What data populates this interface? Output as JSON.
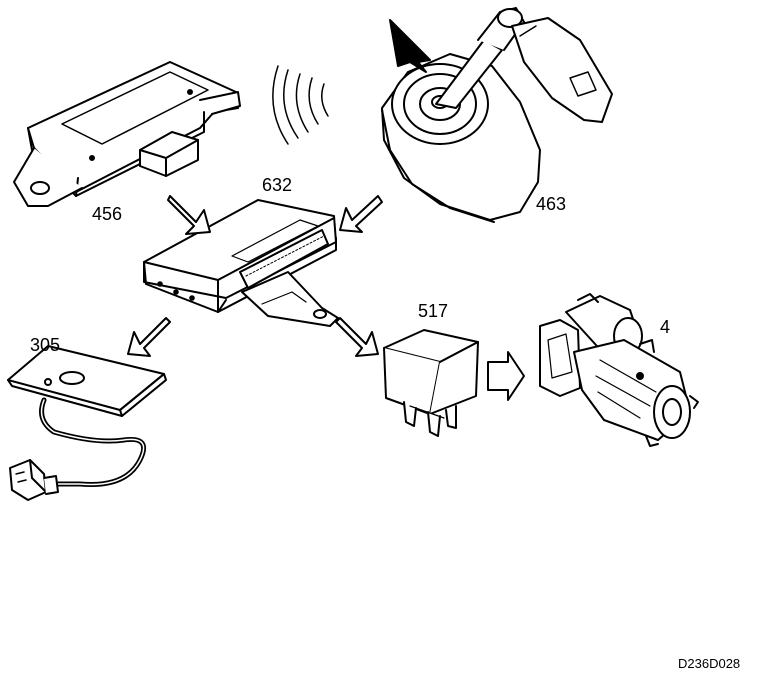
{
  "labels": {
    "ecm": "456",
    "immobilizer": "632",
    "ignition_switch": "463",
    "antenna": "305",
    "relay": "517",
    "starter": "4"
  },
  "figure_code": "D236D028",
  "colors": {
    "line": "#000000",
    "fill": "#ffffff",
    "shade": "#d8d8d8"
  }
}
